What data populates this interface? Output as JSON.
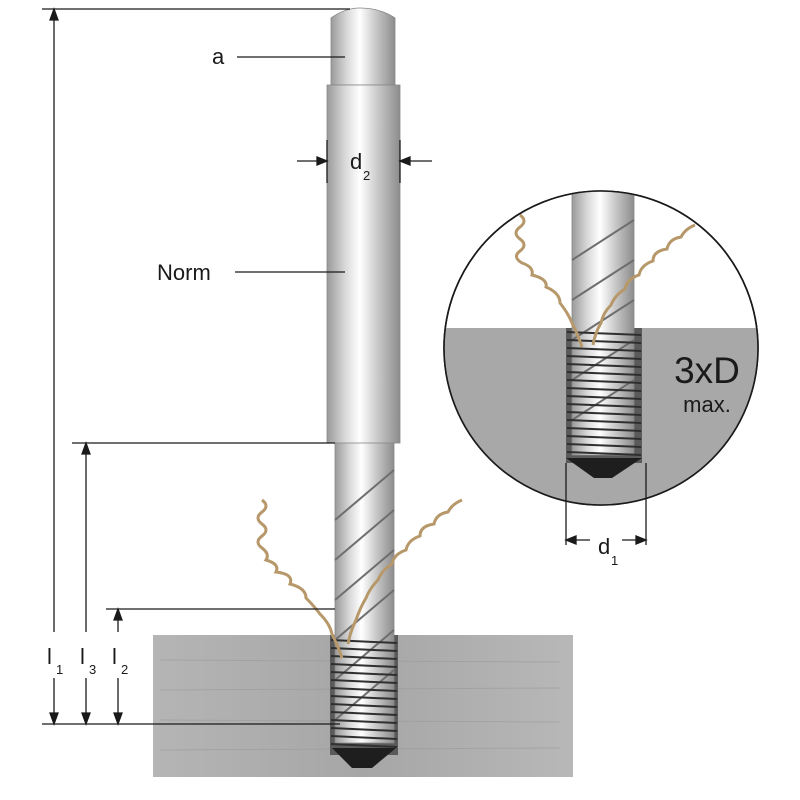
{
  "labels": {
    "a": "a",
    "d2": "d",
    "d2_sub": "2",
    "norm": "Norm",
    "l1": "l",
    "l1_sub": "1",
    "l3": "l",
    "l3_sub": "3",
    "l2": "l",
    "l2_sub": "2",
    "d1": "d",
    "d1_sub": "1",
    "depth": "3xD",
    "depth_note": "max."
  },
  "colors": {
    "line": "#1a1a1a",
    "block": "#a9a9a9",
    "block_dark": "#8f8f8f",
    "steel_light": "#f2f2f2",
    "steel_mid": "#c4c4c4",
    "steel_dark": "#7a7a7a",
    "chip": "#b7986a",
    "thread": "#3a3a3a"
  }
}
